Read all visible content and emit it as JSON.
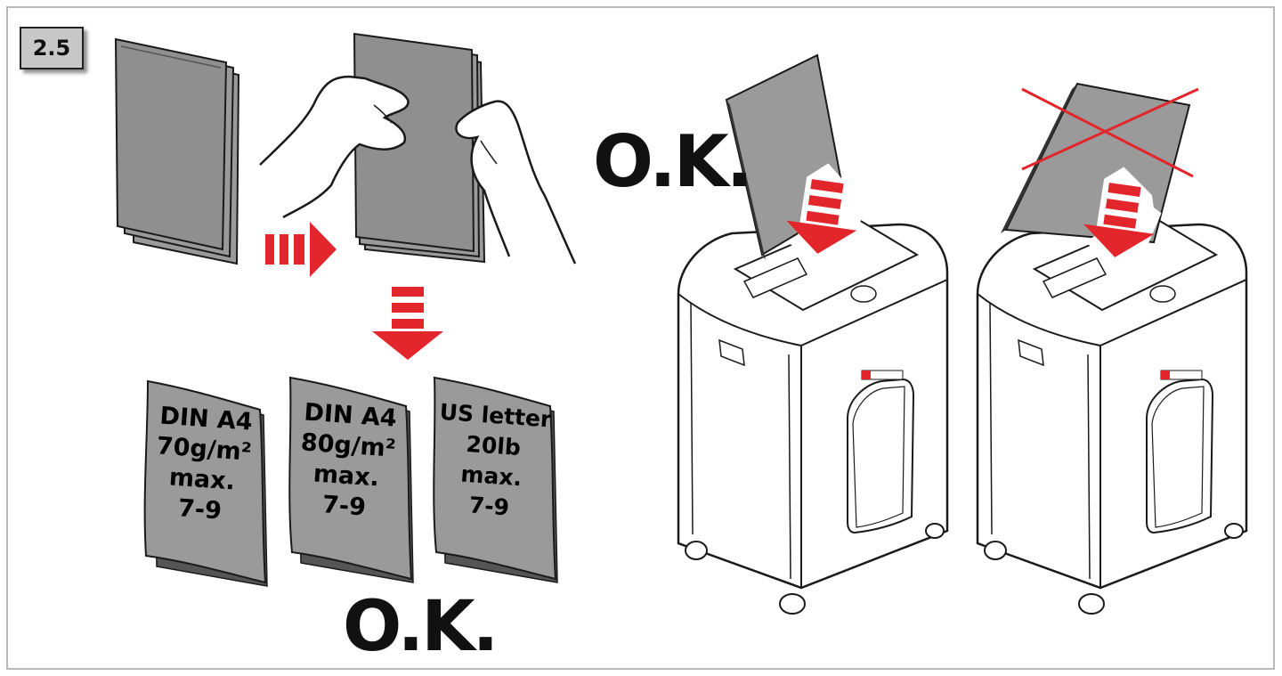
{
  "step": {
    "label": "2.5"
  },
  "ok_labels": {
    "bottom": "O.K.",
    "top": "O.K."
  },
  "paper_stacks": [
    {
      "lines": [
        "DIN A4",
        "70g/m²",
        "max.",
        "7-9"
      ]
    },
    {
      "lines": [
        "DIN A4",
        "80g/m²",
        "max.",
        "7-9"
      ]
    },
    {
      "lines": [
        "US letter",
        "20lb",
        "max.",
        "7-9"
      ]
    }
  ],
  "shredders": [
    {
      "verdict": "ok"
    },
    {
      "verdict": "not-ok"
    }
  ],
  "colors": {
    "arrow_red": "#e3262b",
    "paper_grey": "#9a9a9a",
    "outline": "#1a1a1a",
    "cross_red": "#e3262b"
  },
  "icons": [
    "right-arrow-icon",
    "down-arrow-icon",
    "insert-arrow-icon",
    "cross-icon",
    "hand-icon"
  ]
}
